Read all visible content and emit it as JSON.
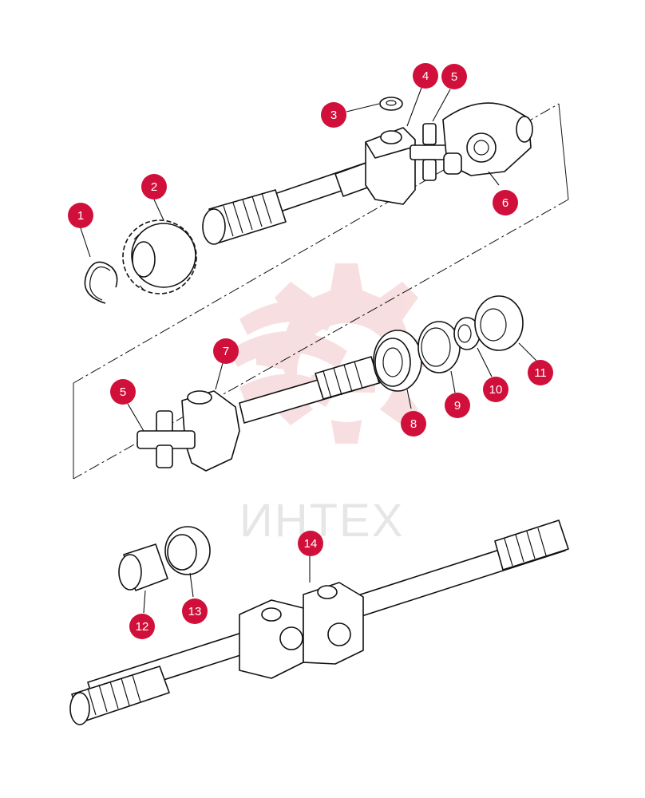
{
  "colors": {
    "callout_fill": "#d0103a",
    "callout_text": "#ffffff",
    "watermark": "#f2c6c9",
    "watermark_text": "#e6e6e6",
    "line_art": "#111111"
  },
  "watermark": {
    "text": "ИНТЕХ",
    "icon": "gear-logo-icon"
  },
  "callouts": [
    {
      "id": "c1",
      "label": "1"
    },
    {
      "id": "c2",
      "label": "2"
    },
    {
      "id": "c3",
      "label": "3"
    },
    {
      "id": "c4",
      "label": "4"
    },
    {
      "id": "c5a",
      "label": "5"
    },
    {
      "id": "c6",
      "label": "6"
    },
    {
      "id": "c7",
      "label": "7"
    },
    {
      "id": "c5b",
      "label": "5"
    },
    {
      "id": "c8",
      "label": "8"
    },
    {
      "id": "c9",
      "label": "9"
    },
    {
      "id": "c10",
      "label": "10"
    },
    {
      "id": "c11",
      "label": "11"
    },
    {
      "id": "c12",
      "label": "12"
    },
    {
      "id": "c13",
      "label": "13"
    },
    {
      "id": "c14",
      "label": "14"
    }
  ]
}
